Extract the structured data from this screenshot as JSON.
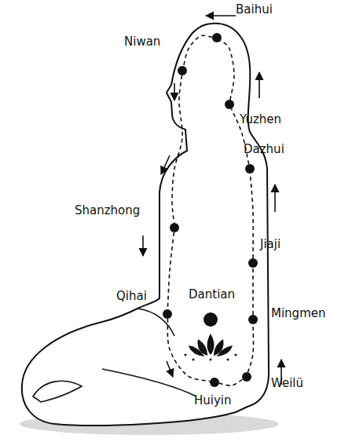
{
  "diagram": {
    "nodes": [
      {
        "text": [
          "Baihui"
        ]
      },
      {
        "text": [
          "Niwan"
        ]
      },
      {
        "text": [
          "Yuzhen"
        ]
      },
      {
        "text": [
          "Dazhui"
        ]
      },
      {
        "text": [
          "Shanzhong"
        ]
      },
      {
        "text": [
          "Jiaji"
        ]
      },
      {
        "text": [
          "Qihai"
        ]
      },
      {
        "text": [
          "Dantian"
        ]
      },
      {
        "text": [
          "Mingmen"
        ]
      },
      {
        "text": [
          "Weilü"
        ]
      },
      {
        "text": [
          "Huiyin"
        ]
      }
    ],
    "edges": [
      {
        "from": 10,
        "to": 9,
        "arrow": "none"
      },
      {
        "from": 9,
        "to": 8,
        "arrow": "none"
      },
      {
        "from": 8,
        "to": 5,
        "arrow": "none"
      },
      {
        "from": 5,
        "to": 3,
        "arrow": "none"
      },
      {
        "from": 3,
        "to": 2,
        "arrow": "none"
      },
      {
        "from": 2,
        "to": 0,
        "arrow": "none"
      },
      {
        "from": 0,
        "to": 1,
        "arrow": "none"
      },
      {
        "from": 1,
        "to": 4,
        "arrow": "none"
      },
      {
        "from": 4,
        "to": 6,
        "arrow": "none"
      },
      {
        "from": 6,
        "to": 10,
        "arrow": "none"
      }
    ]
  }
}
